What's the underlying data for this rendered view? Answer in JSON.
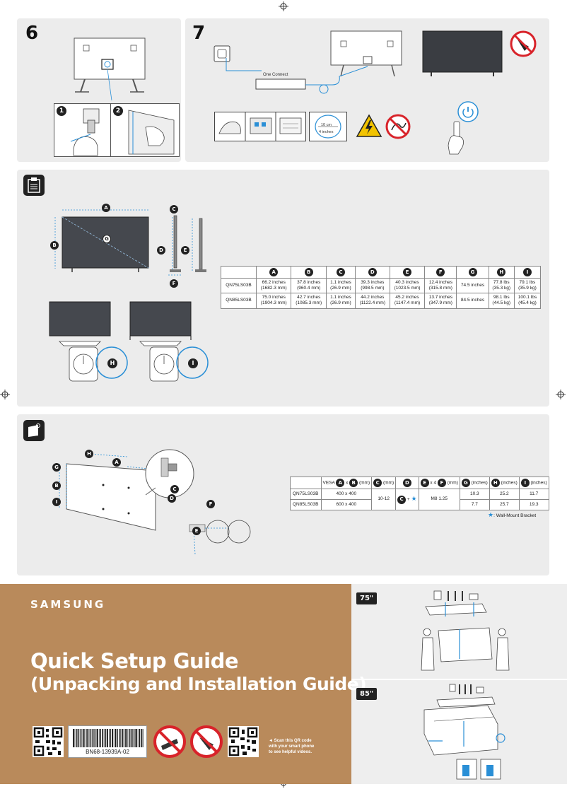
{
  "steps": {
    "step6": "6",
    "step7": "7"
  },
  "one_connect_label": "One Connect",
  "cable_distance": {
    "cm": "10 cm",
    "inches": "4 inches"
  },
  "sub_steps": [
    "1",
    "2"
  ],
  "specs": {
    "headers": [
      "A",
      "B",
      "C",
      "D",
      "E",
      "F",
      "G",
      "H",
      "I"
    ],
    "rows": [
      {
        "model": "QN75LS03B",
        "values": [
          "66.2 inches\n(1682.3 mm)",
          "37.8 inches\n(960.4 mm)",
          "1.1 inches\n(26.9 mm)",
          "39.3 inches\n(998.5 mm)",
          "40.3 inches\n(1023.5 mm)",
          "12.4 inches\n(315.8 mm)",
          "74.5 inches",
          "77.8 lbs\n(35.3 kg)",
          "79.1 lbs\n(35.9 kg)"
        ]
      },
      {
        "model": "QN85LS03B",
        "values": [
          "75.0 inches\n(1904.3 mm)",
          "42.7 inches\n(1085.3 mm)",
          "1.1 inches\n(26.9 mm)",
          "44.2 inches\n(1122.4 mm)",
          "45.2 inches\n(1147.4 mm)",
          "13.7 inches\n(347.9 mm)",
          "84.5 inches",
          "98.1 lbs\n(44.5 kg)",
          "100.1 lbs\n(45.4 kg)"
        ]
      }
    ]
  },
  "diagram_labels": {
    "A": "A",
    "B": "B",
    "C": "C",
    "D": "D",
    "E": "E",
    "F": "F",
    "G": "G",
    "H": "H",
    "I": "I"
  },
  "wall_mount": {
    "headers": {
      "vesa_prefix": "VESA ",
      "vesa_x": " x ",
      "vesa_suffix": " (mm)",
      "c_suffix": " (mm)",
      "e_suffix": " x 4 ",
      "f_suffix": " (mm)",
      "g_suffix": " (inches)",
      "h_suffix": " (inches)",
      "i_suffix": " (inches)"
    },
    "rows": [
      {
        "model": "QN75LS03B",
        "vesa": "400 x 400",
        "g": "10.3",
        "h": "25.2",
        "i": "11.7"
      },
      {
        "model": "QN85LS03B",
        "vesa": "600 x 400",
        "g": "7.7",
        "h": "25.7",
        "i": "19.3"
      }
    ],
    "c_value": "10-12",
    "d_value_plus": " + ",
    "e_value": "M8 1.25",
    "bracket_note": ": Wall-Mount Bracket"
  },
  "cover": {
    "brand": "SAMSUNG",
    "title_line1": "Quick Setup Guide",
    "title_line2": "(Unpacking and Installation Guide)",
    "barcode_code": "BN68-13939A-02",
    "scan_text_line1": "◄  Scan this QR code",
    "scan_text_line2": "with your smart phone",
    "scan_text_line3": "to see helpful videos.",
    "size_75": "75\"",
    "size_85": "85\""
  },
  "colors": {
    "cover_bg": "#b98a5b",
    "panel_bg": "#ececec",
    "prohibit_red": "#d8232a",
    "warning_yellow": "#f2c300",
    "accent_blue": "#2a8fd6"
  }
}
